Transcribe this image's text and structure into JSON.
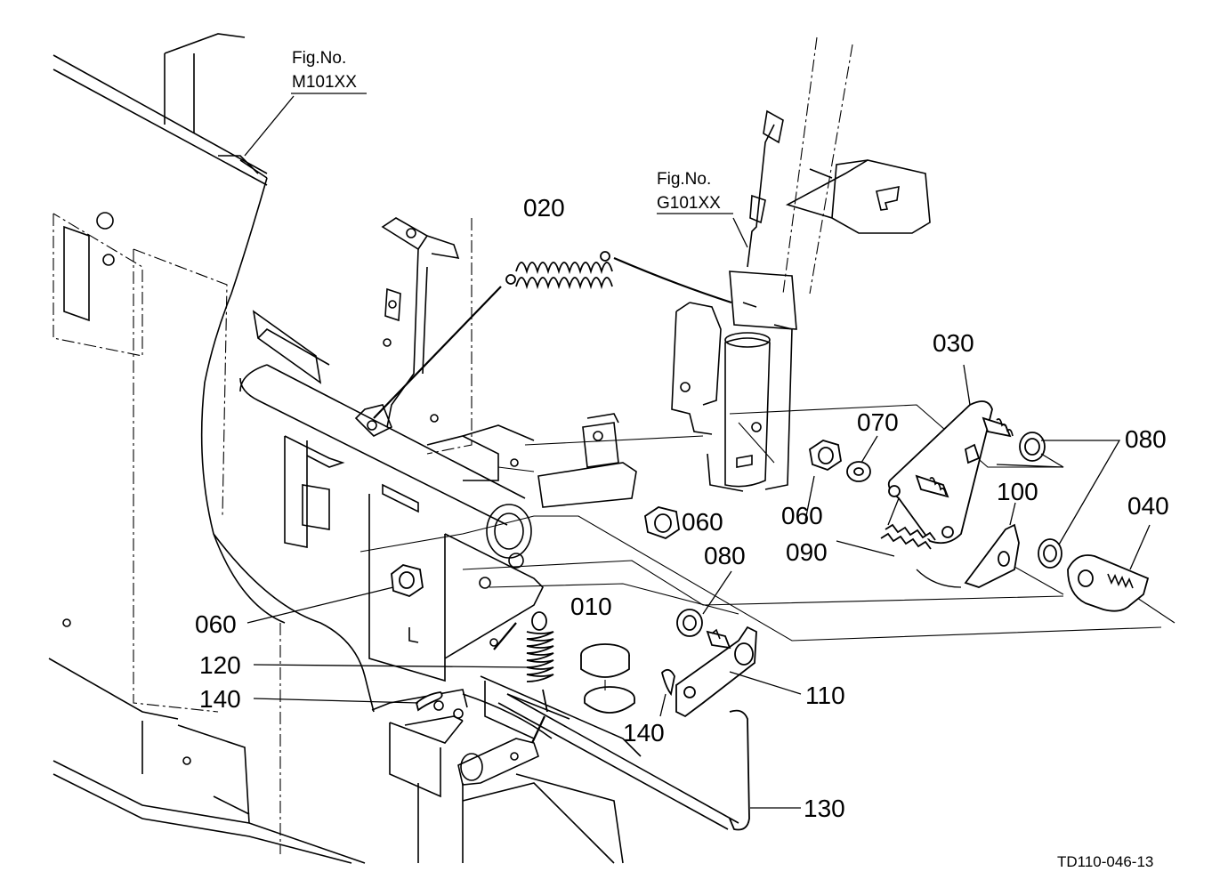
{
  "figure_refs": [
    {
      "line1": "Fig.No.",
      "line2": "M101XX"
    },
    {
      "line1": "Fig.No.",
      "line2": "G101XX"
    }
  ],
  "callouts": {
    "p010": "010",
    "p020": "020",
    "p030": "030",
    "p040": "040",
    "p060a": "060",
    "p060b": "060",
    "p060c": "060",
    "p070": "070",
    "p080a": "080",
    "p080b": "080",
    "p090": "090",
    "p100": "100",
    "p110": "110",
    "p120": "120",
    "p130": "130",
    "p140a": "140",
    "p140b": "140"
  },
  "drawing_code": "TD110-046-13"
}
